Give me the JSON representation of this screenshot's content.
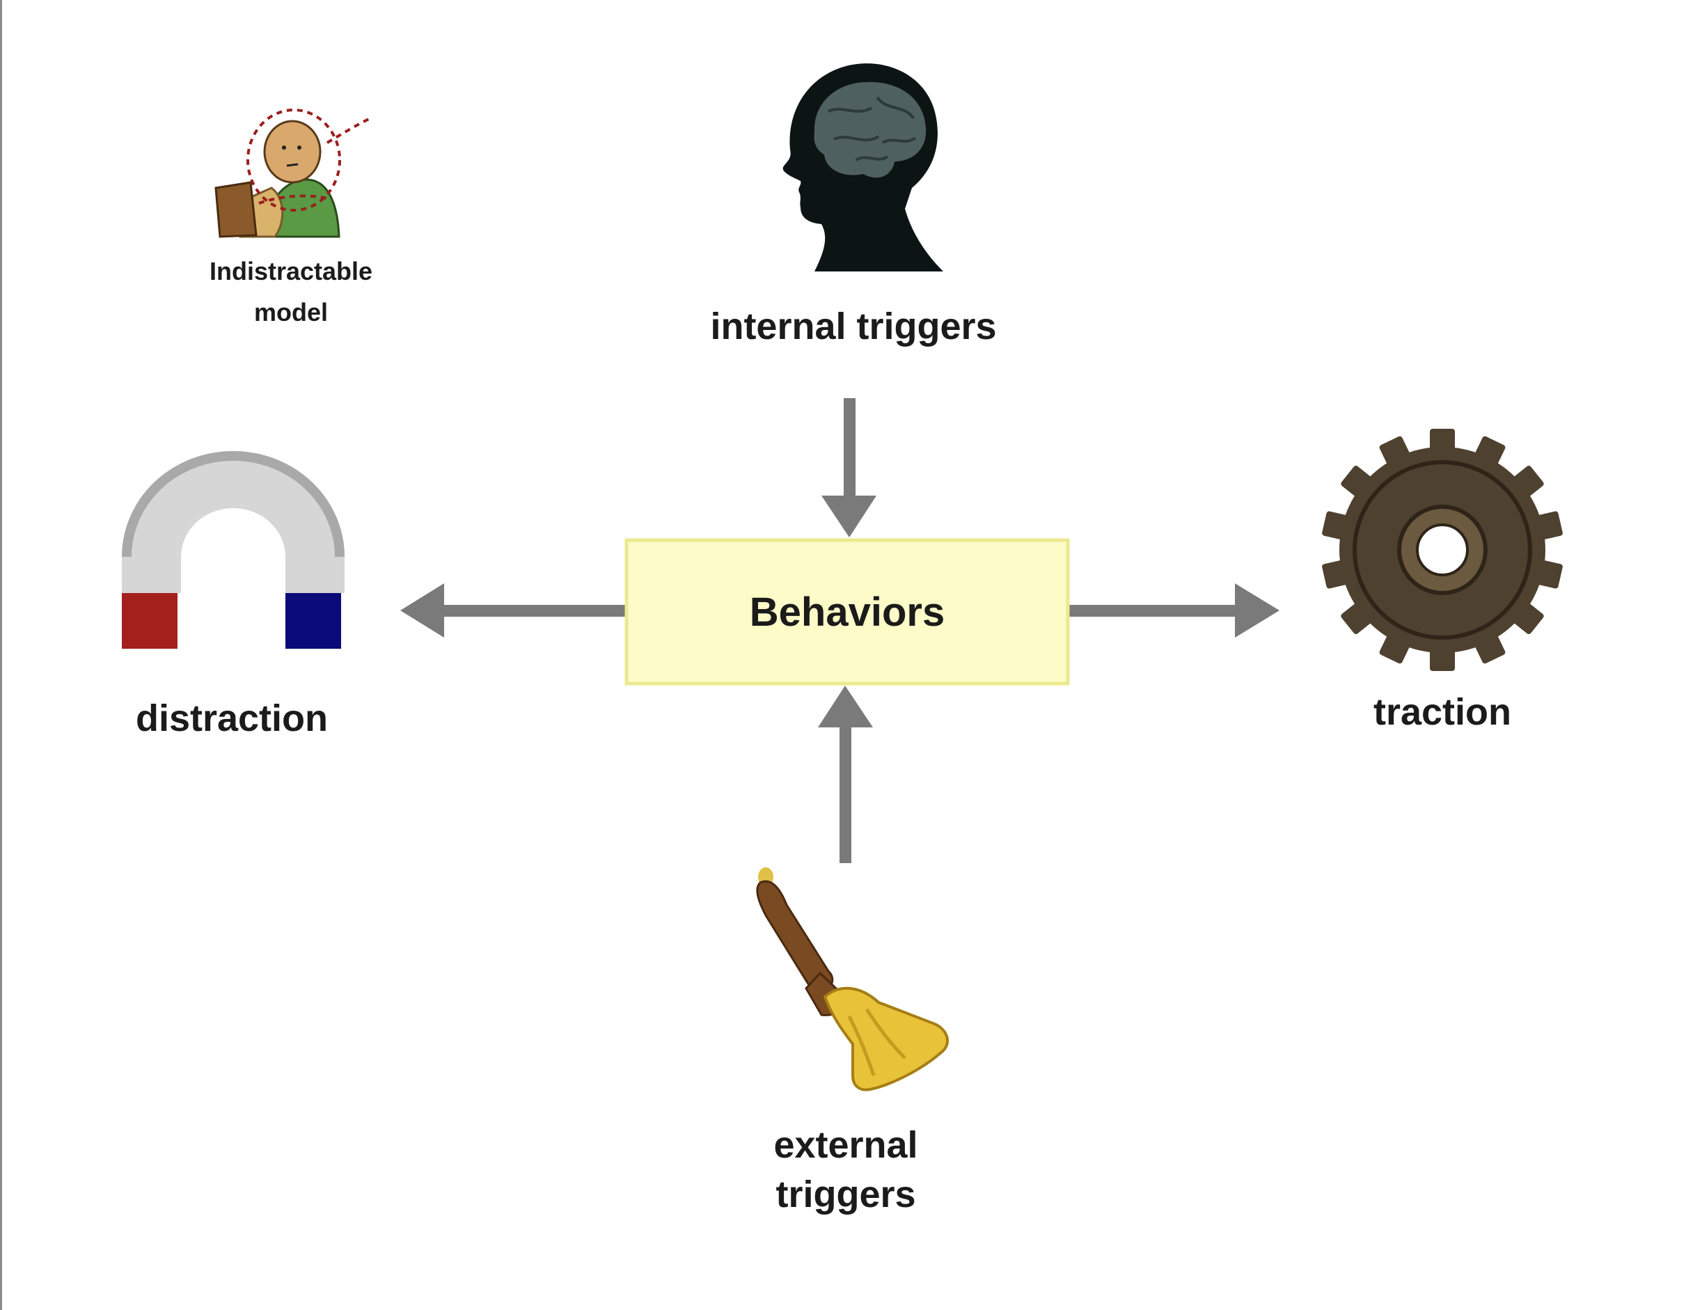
{
  "diagram": {
    "center": {
      "label": "Behaviors"
    },
    "nodes": {
      "internal": {
        "label": "internal triggers",
        "icon": "head-brain-icon"
      },
      "external": {
        "label_lines": [
          "external",
          "triggers"
        ],
        "icon": "hand-bell-icon"
      },
      "distraction": {
        "label": "distraction",
        "icon": "horseshoe-magnet-icon"
      },
      "traction": {
        "label": "traction",
        "icon": "gear-icon"
      }
    },
    "logo": {
      "label_lines": [
        "Indistractable",
        "model"
      ],
      "icon": "reading-person-icon"
    },
    "edges": [
      {
        "from": "internal triggers",
        "to": "Behaviors"
      },
      {
        "from": "external triggers",
        "to": "Behaviors"
      },
      {
        "from": "Behaviors",
        "to": "distraction"
      },
      {
        "from": "Behaviors",
        "to": "traction"
      }
    ],
    "colors": {
      "arrow": "#7a7a7a",
      "center_fill": "#fdfbc7",
      "center_border": "#ece98f",
      "magnet_body": "#d6d6d6",
      "magnet_red": "#a3201d",
      "magnet_blue": "#0a0a78",
      "gear": "#4e4130",
      "bell_gold": "#e8c33a",
      "bell_handle": "#7a4a22",
      "head": "#0c1414",
      "brain": "#4f6060"
    }
  }
}
